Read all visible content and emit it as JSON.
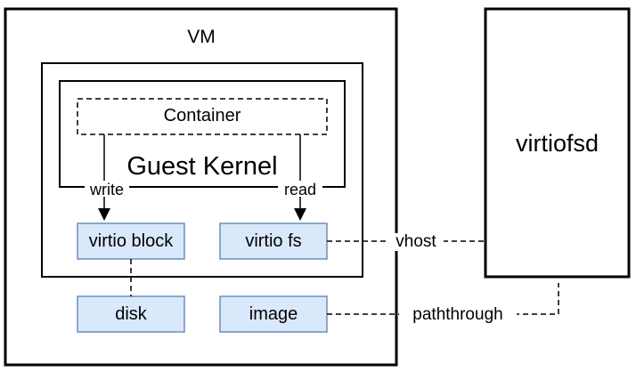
{
  "diagram": {
    "vm": {
      "label": "VM"
    },
    "container": {
      "label": "Container"
    },
    "guest_kernel": {
      "label": "Guest Kernel"
    },
    "edges": {
      "write": "write",
      "read": "read",
      "vhost": "vhost",
      "passthrough": "paththrough"
    },
    "devices": {
      "virtio_block": "virtio block",
      "virtio_fs": "virtio fs",
      "disk": "disk",
      "image": "image"
    },
    "virtiofsd": {
      "label": "virtiofsd"
    },
    "colors": {
      "device_fill": "#dae8fc",
      "device_border": "#6c8ebf",
      "stroke": "#000000"
    }
  }
}
